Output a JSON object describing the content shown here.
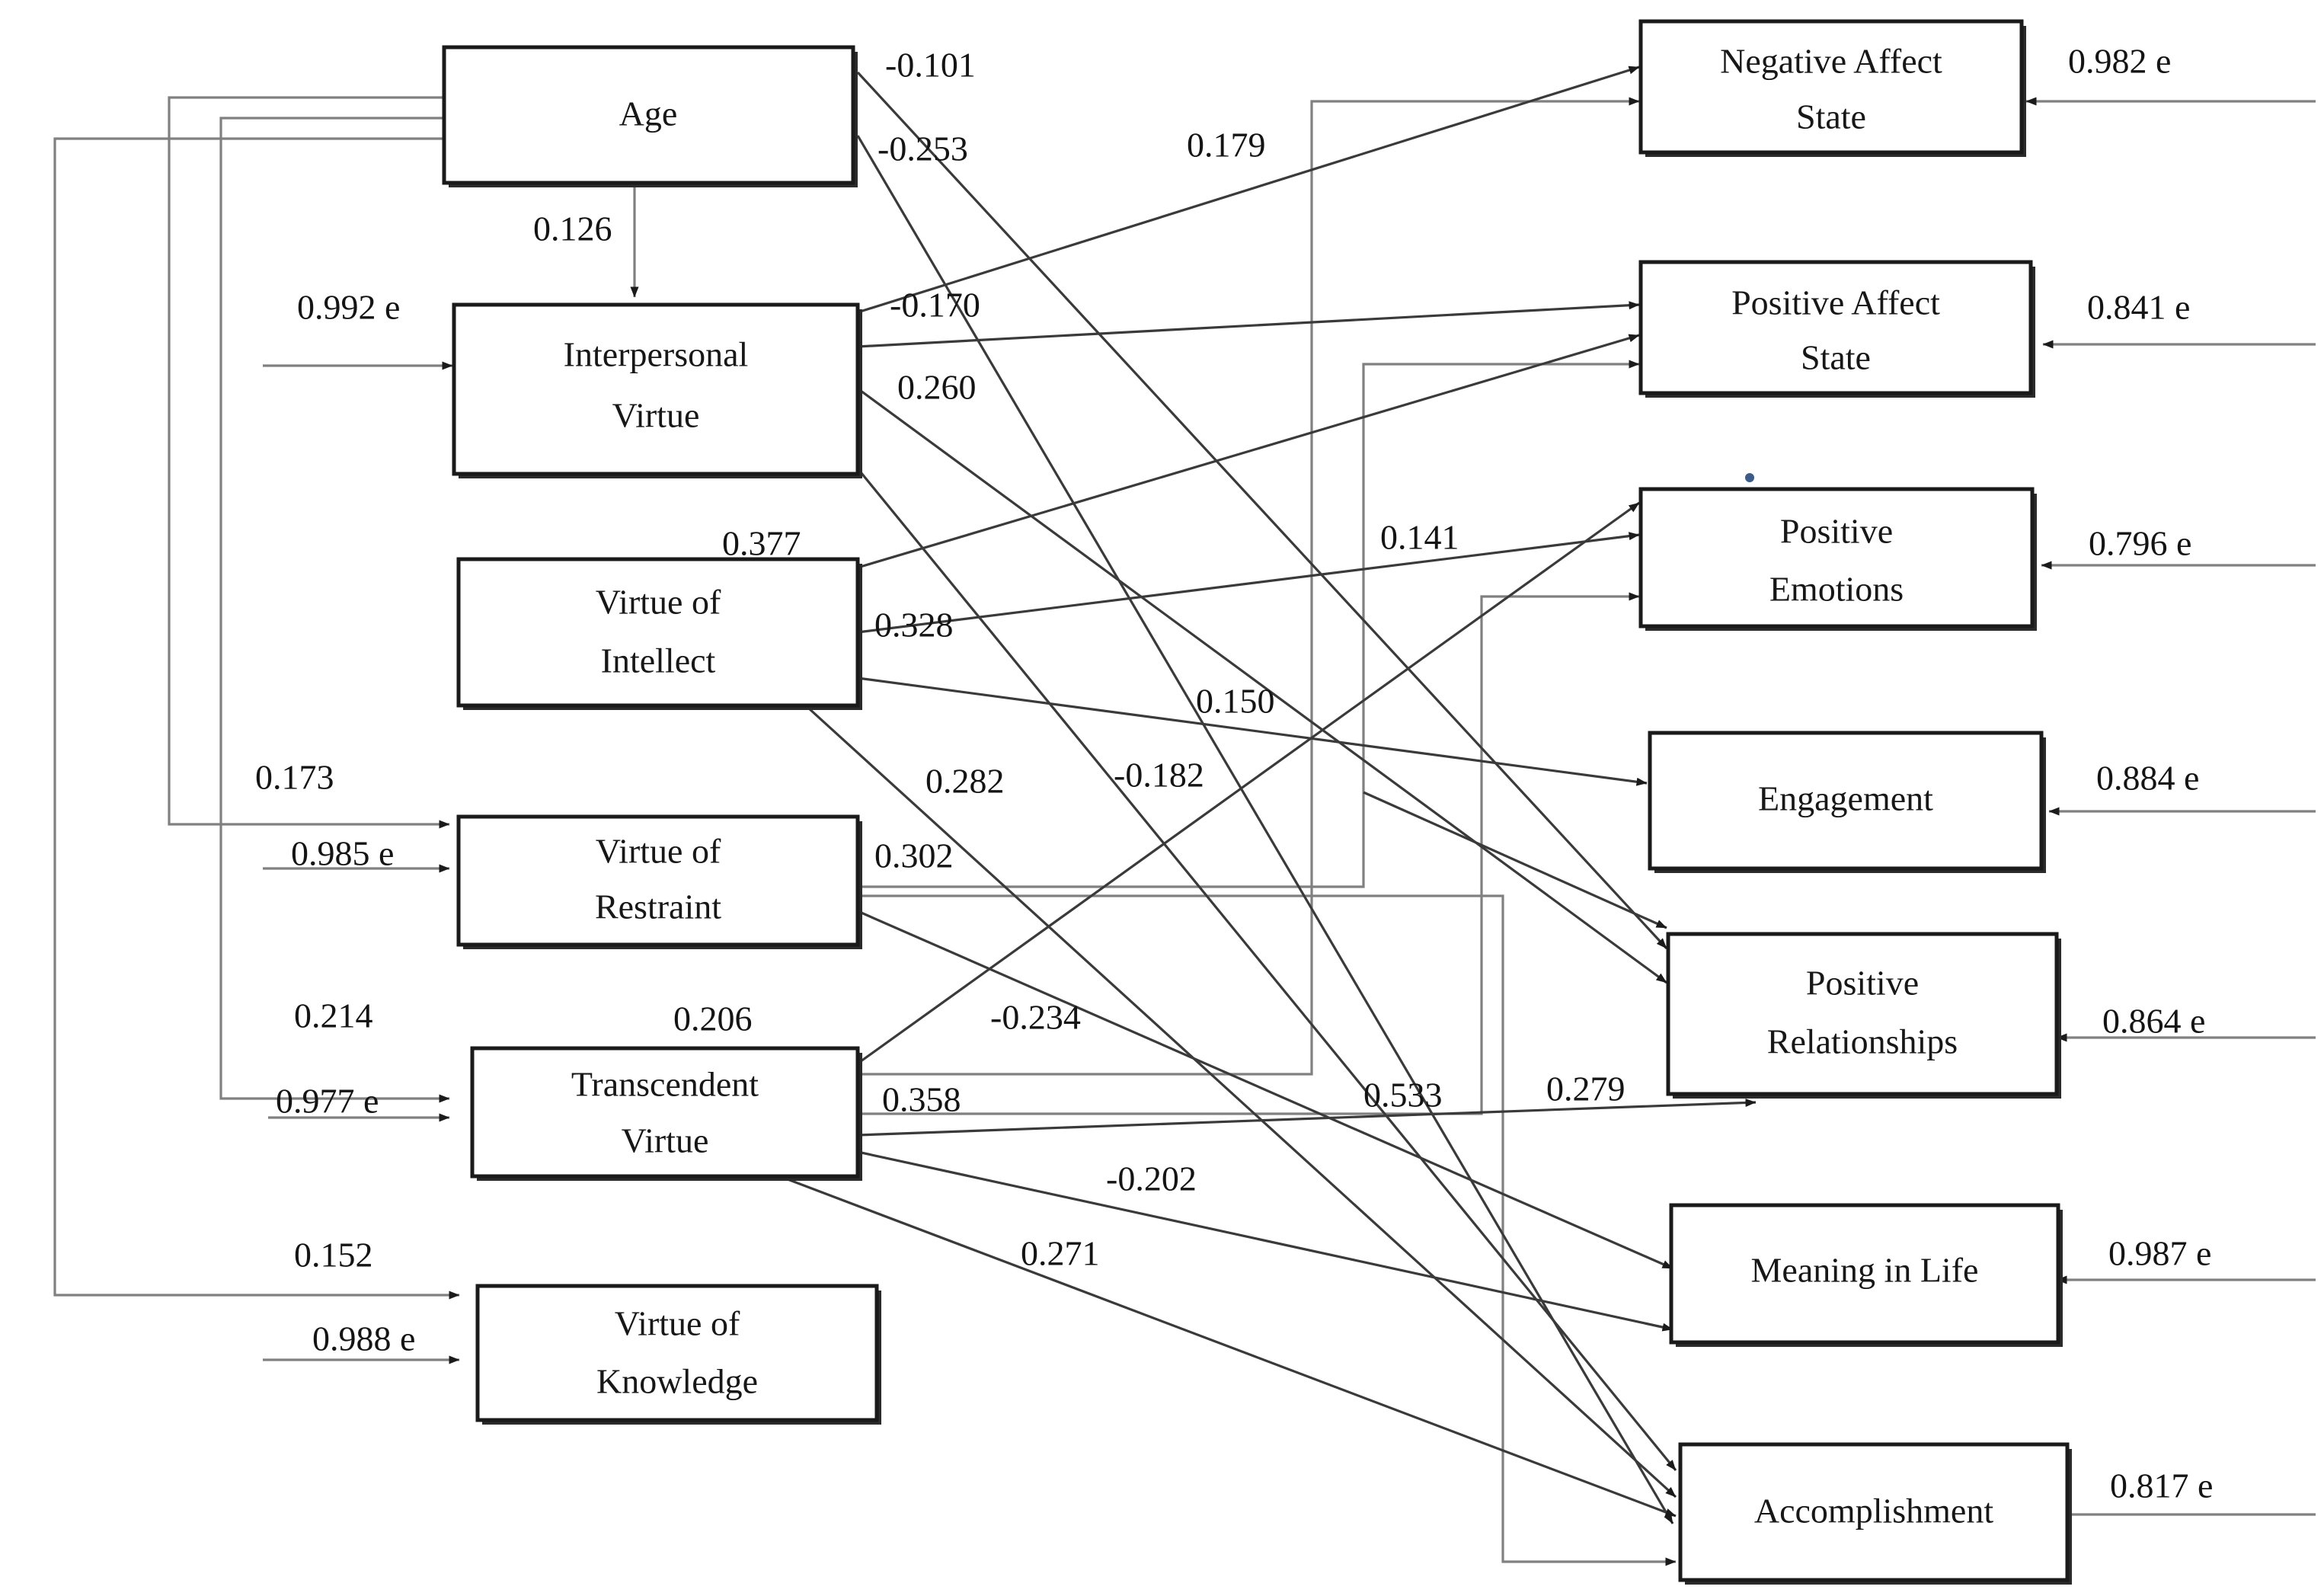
{
  "diagram": {
    "type": "sem-path-diagram",
    "title_visible": false,
    "nodes": {
      "age": {
        "label": "Age"
      },
      "interpersonal_virtue": {
        "label_line1": "Interpersonal",
        "label_line2": "Virtue"
      },
      "virtue_of_intellect": {
        "label_line1": "Virtue of",
        "label_line2": "Intellect"
      },
      "virtue_of_restraint": {
        "label_line1": "Virtue of",
        "label_line2": "Restraint"
      },
      "transcendent_virtue": {
        "label_line1": "Transcendent",
        "label_line2": "Virtue"
      },
      "virtue_of_knowledge": {
        "label_line1": "Virtue of",
        "label_line2": "Knowledge"
      },
      "negative_affect_state": {
        "label_line1": "Negative Affect",
        "label_line2": "State"
      },
      "positive_affect_state": {
        "label_line1": "Positive Affect",
        "label_line2": "State"
      },
      "positive_emotions": {
        "label_line1": "Positive",
        "label_line2": "Emotions"
      },
      "engagement": {
        "label_line1": "Engagement",
        "label_line2": ""
      },
      "positive_relationships": {
        "label_line1": "Positive",
        "label_line2": "Relationships"
      },
      "meaning_in_life": {
        "label_line1": "Meaning in Life",
        "label_line2": ""
      },
      "accomplishment": {
        "label_line1": "Accomplishment",
        "label_line2": ""
      }
    },
    "error_terms": [
      {
        "id": "e-interpersonal-virtue",
        "value": "0.992 e",
        "target": "interpersonal_virtue"
      },
      {
        "id": "e-virtue-of-restraint",
        "value": "0.985 e",
        "target": "virtue_of_restraint"
      },
      {
        "id": "e-transcendent-virtue",
        "value": "0.977 e",
        "target": "transcendent_virtue"
      },
      {
        "id": "e-virtue-of-knowledge",
        "value": "0.988 e",
        "target": "virtue_of_knowledge"
      },
      {
        "id": "e-negative-affect-state",
        "value": "0.982 e",
        "target": "negative_affect_state"
      },
      {
        "id": "e-positive-affect-state",
        "value": "0.841 e",
        "target": "positive_affect_state"
      },
      {
        "id": "e-positive-emotions",
        "value": "0.796 e",
        "target": "positive_emotions"
      },
      {
        "id": "e-engagement",
        "value": "0.884 e",
        "target": "engagement"
      },
      {
        "id": "e-positive-relationships",
        "value": "0.864 e",
        "target": "positive_relationships"
      },
      {
        "id": "e-meaning-in-life",
        "value": "0.987 e",
        "target": "meaning_in_life"
      },
      {
        "id": "e-accomplishment",
        "value": "0.817 e",
        "target": "accomplishment"
      }
    ],
    "coefficients": [
      {
        "id": "c-age-interpersonal",
        "value": "0.126",
        "from": "age",
        "to": "interpersonal_virtue"
      },
      {
        "id": "c-age-restraint",
        "value": "0.173",
        "from": "age",
        "to": "virtue_of_restraint"
      },
      {
        "id": "c-age-transcendent",
        "value": "0.214",
        "from": "age",
        "to": "transcendent_virtue"
      },
      {
        "id": "c-age-knowledge",
        "value": "0.152",
        "from": "age",
        "to": "virtue_of_knowledge"
      },
      {
        "id": "c-age-out1",
        "value": "-0.101",
        "from": "age",
        "to": "positive_relationships"
      },
      {
        "id": "c-age-out2",
        "value": "-0.253",
        "from": "age",
        "to": "accomplishment"
      },
      {
        "id": "c-ipv-neg",
        "value": "0.179",
        "from": "interpersonal_virtue",
        "to": "negative_affect_state"
      },
      {
        "id": "c-ipv-pas",
        "value": "-0.170",
        "from": "interpersonal_virtue",
        "to": "positive_affect_state"
      },
      {
        "id": "c-ipv-other",
        "value": "0.260",
        "from": "interpersonal_virtue",
        "to": "positive_relationships"
      },
      {
        "id": "c-voi-1",
        "value": "0.377",
        "from": "virtue_of_intellect",
        "to": "positive_affect_state"
      },
      {
        "id": "c-voi-2",
        "value": "0.328",
        "from": "virtue_of_intellect",
        "to": "positive_emotions"
      },
      {
        "id": "c-voi-3",
        "value": "0.282",
        "from": "virtue_of_intellect",
        "to": "accomplishment"
      },
      {
        "id": "c-vor-1",
        "value": "0.302",
        "from": "virtue_of_restraint",
        "to": "accomplishment"
      },
      {
        "id": "c-tv-1",
        "value": "0.206",
        "from": "transcendent_virtue",
        "to": "negative_affect_state"
      },
      {
        "id": "c-tv-2",
        "value": "-0.234",
        "from": "transcendent_virtue",
        "to": "negative_affect_state"
      },
      {
        "id": "c-tv-3",
        "value": "0.358",
        "from": "transcendent_virtue",
        "to": "positive_emotions"
      },
      {
        "id": "c-tv-4",
        "value": "-0.202",
        "from": "transcendent_virtue",
        "to": "meaning_in_life"
      },
      {
        "id": "c-tv-5",
        "value": "0.271",
        "from": "transcendent_virtue",
        "to": "accomplishment"
      },
      {
        "id": "c-mid-141",
        "value": "0.141",
        "from": "virtue_of_intellect",
        "to": "positive_emotions"
      },
      {
        "id": "c-mid-150",
        "value": "0.150",
        "from": "virtue_of_intellect",
        "to": "engagement"
      },
      {
        "id": "c-mid-182",
        "value": "-0.182",
        "from": "interpersonal_virtue",
        "to": "positive_relationships"
      },
      {
        "id": "c-mid-533",
        "value": "0.533",
        "from": "transcendent_virtue",
        "to": "accomplishment"
      },
      {
        "id": "c-mid-279",
        "value": "0.279",
        "from": "transcendent_virtue",
        "to": "positive_relationships"
      }
    ]
  }
}
